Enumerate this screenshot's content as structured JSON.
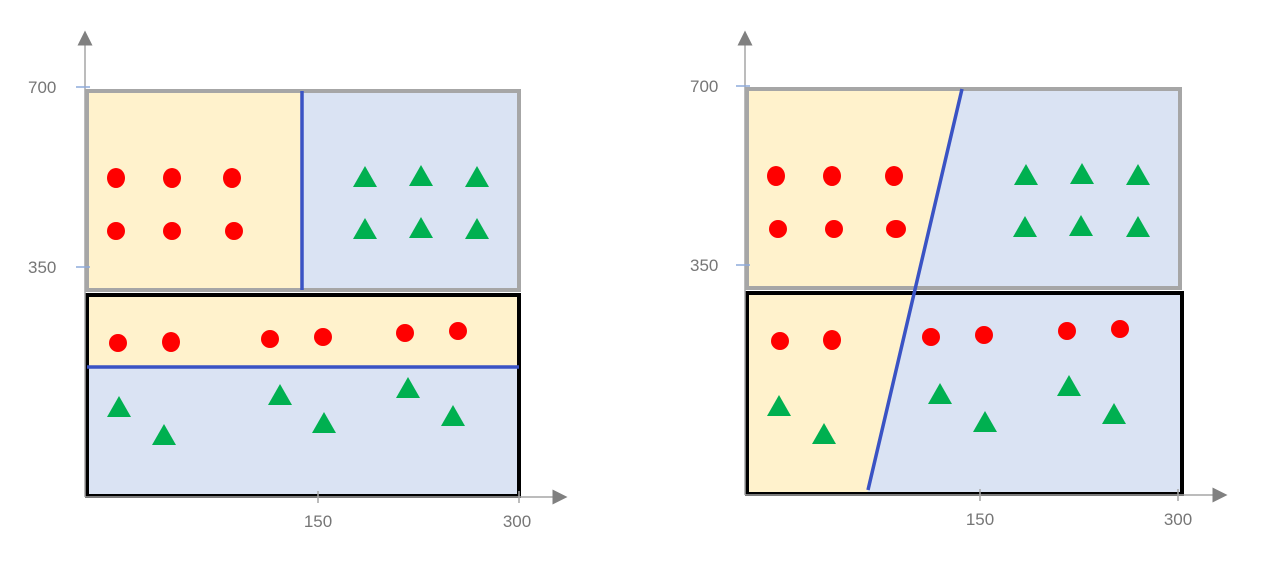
{
  "left_panel": {
    "y_ticks": [
      "700",
      "350"
    ],
    "x_ticks": [
      "150",
      "300"
    ]
  },
  "right_panel": {
    "y_ticks": [
      "700",
      "350"
    ],
    "x_ticks": [
      "150",
      "300"
    ]
  },
  "colors": {
    "class_a_region": "#fff2cc",
    "class_b_region": "#dae3f3",
    "boundary": "#3a53c4",
    "circle": "#ff0000",
    "triangle": "#00b050",
    "top_box_border": "#a6a6a6",
    "bottom_box_border": "#000000"
  }
}
